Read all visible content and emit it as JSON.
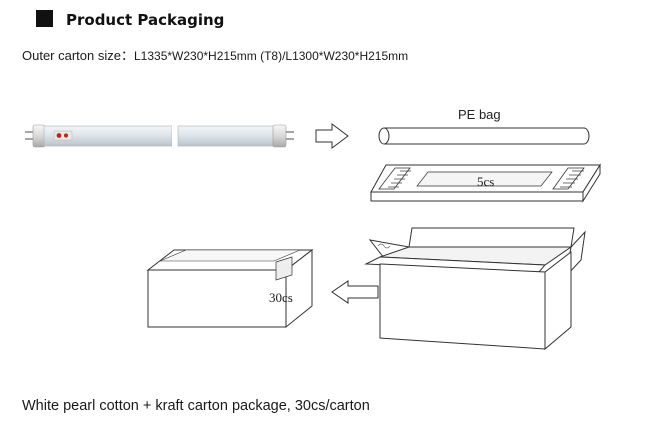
{
  "section": {
    "title": "Product Packaging"
  },
  "carton": {
    "label": "Outer carton size：",
    "value": "L1335*W230*H215mm (T8)/L1300*W230*H215mm"
  },
  "diagram": {
    "pe_bag_label": "PE bag",
    "tray_count_label": "5cs",
    "carton_count_label": "30cs"
  },
  "footer": {
    "text": "White pearl cotton + kraft carton package, 30cs/carton"
  }
}
